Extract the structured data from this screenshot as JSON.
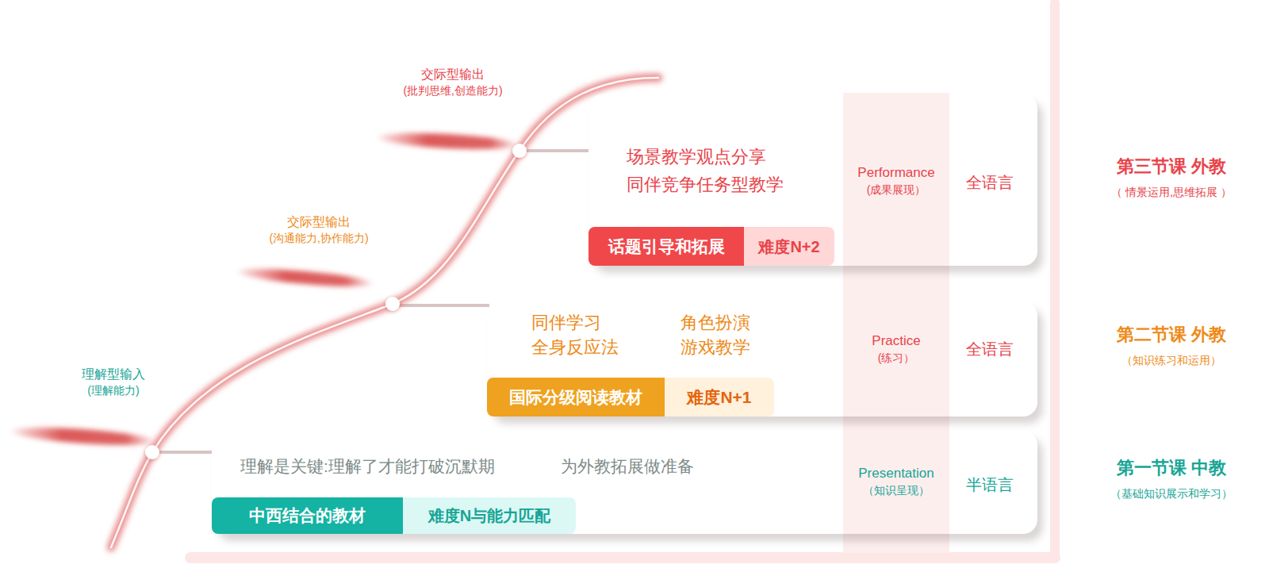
{
  "diagram": {
    "nodes": [
      {
        "text": [
          "场景教学观点分享",
          "同伴竞争任务型教学",
          "Performance",
          "(成果展现）",
          "全语言"
        ]
      },
      {
        "text": [
          "话题引导和拓展"
        ],
        "in": 0
      },
      {
        "text": [
          "难度N+2"
        ],
        "in": 0
      },
      {
        "text": [
          "同伴学习",
          "角色扮演",
          "全身反应法",
          "游戏教学",
          "Practice",
          "(练习）",
          "全语言"
        ]
      },
      {
        "text": [
          "国际分级阅读教材"
        ],
        "in": 3
      },
      {
        "text": [
          "难度N+1"
        ],
        "in": 3
      },
      {
        "text": [
          "理解是关键:理解了才能打破沉默期",
          "为外教拓展做准备",
          "Presentation",
          "（知识呈现）",
          "半语言"
        ]
      },
      {
        "text": [
          "中西结合的教材"
        ],
        "in": 6
      },
      {
        "text": [
          "难度N与能力匹配"
        ],
        "in": 6
      }
    ],
    "labels": [
      "交际型输出",
      "(批判思维,创造能力)",
      "交际型输出",
      "(沟通能力,协作能力)",
      "理解型输入",
      "(理解能力)",
      "第三节课 外教",
      "（ 情景运用,思维拓展 ）",
      "第二节课 外教",
      "（知识练习和运用）",
      "第一节课 中教",
      "（基础知识展示和学习）"
    ]
  }
}
